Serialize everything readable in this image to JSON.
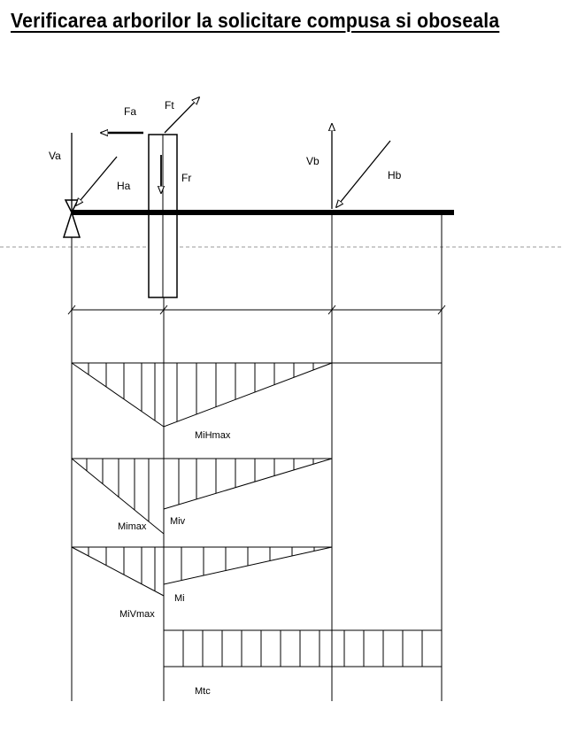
{
  "title": "Verificarea arborilor la solicitare compusa si oboseala",
  "labels": {
    "fa": "Fa",
    "ft": "Ft",
    "fr": "Fr",
    "va": "Va",
    "ha": "Ha",
    "vb": "Vb",
    "hb": "Hb",
    "mihmax": "MiHmax",
    "mimax": "Mimax",
    "miv": "Miv",
    "mivmax": "MiVmax",
    "mi": "Mi",
    "mtc": "Mtc"
  }
}
